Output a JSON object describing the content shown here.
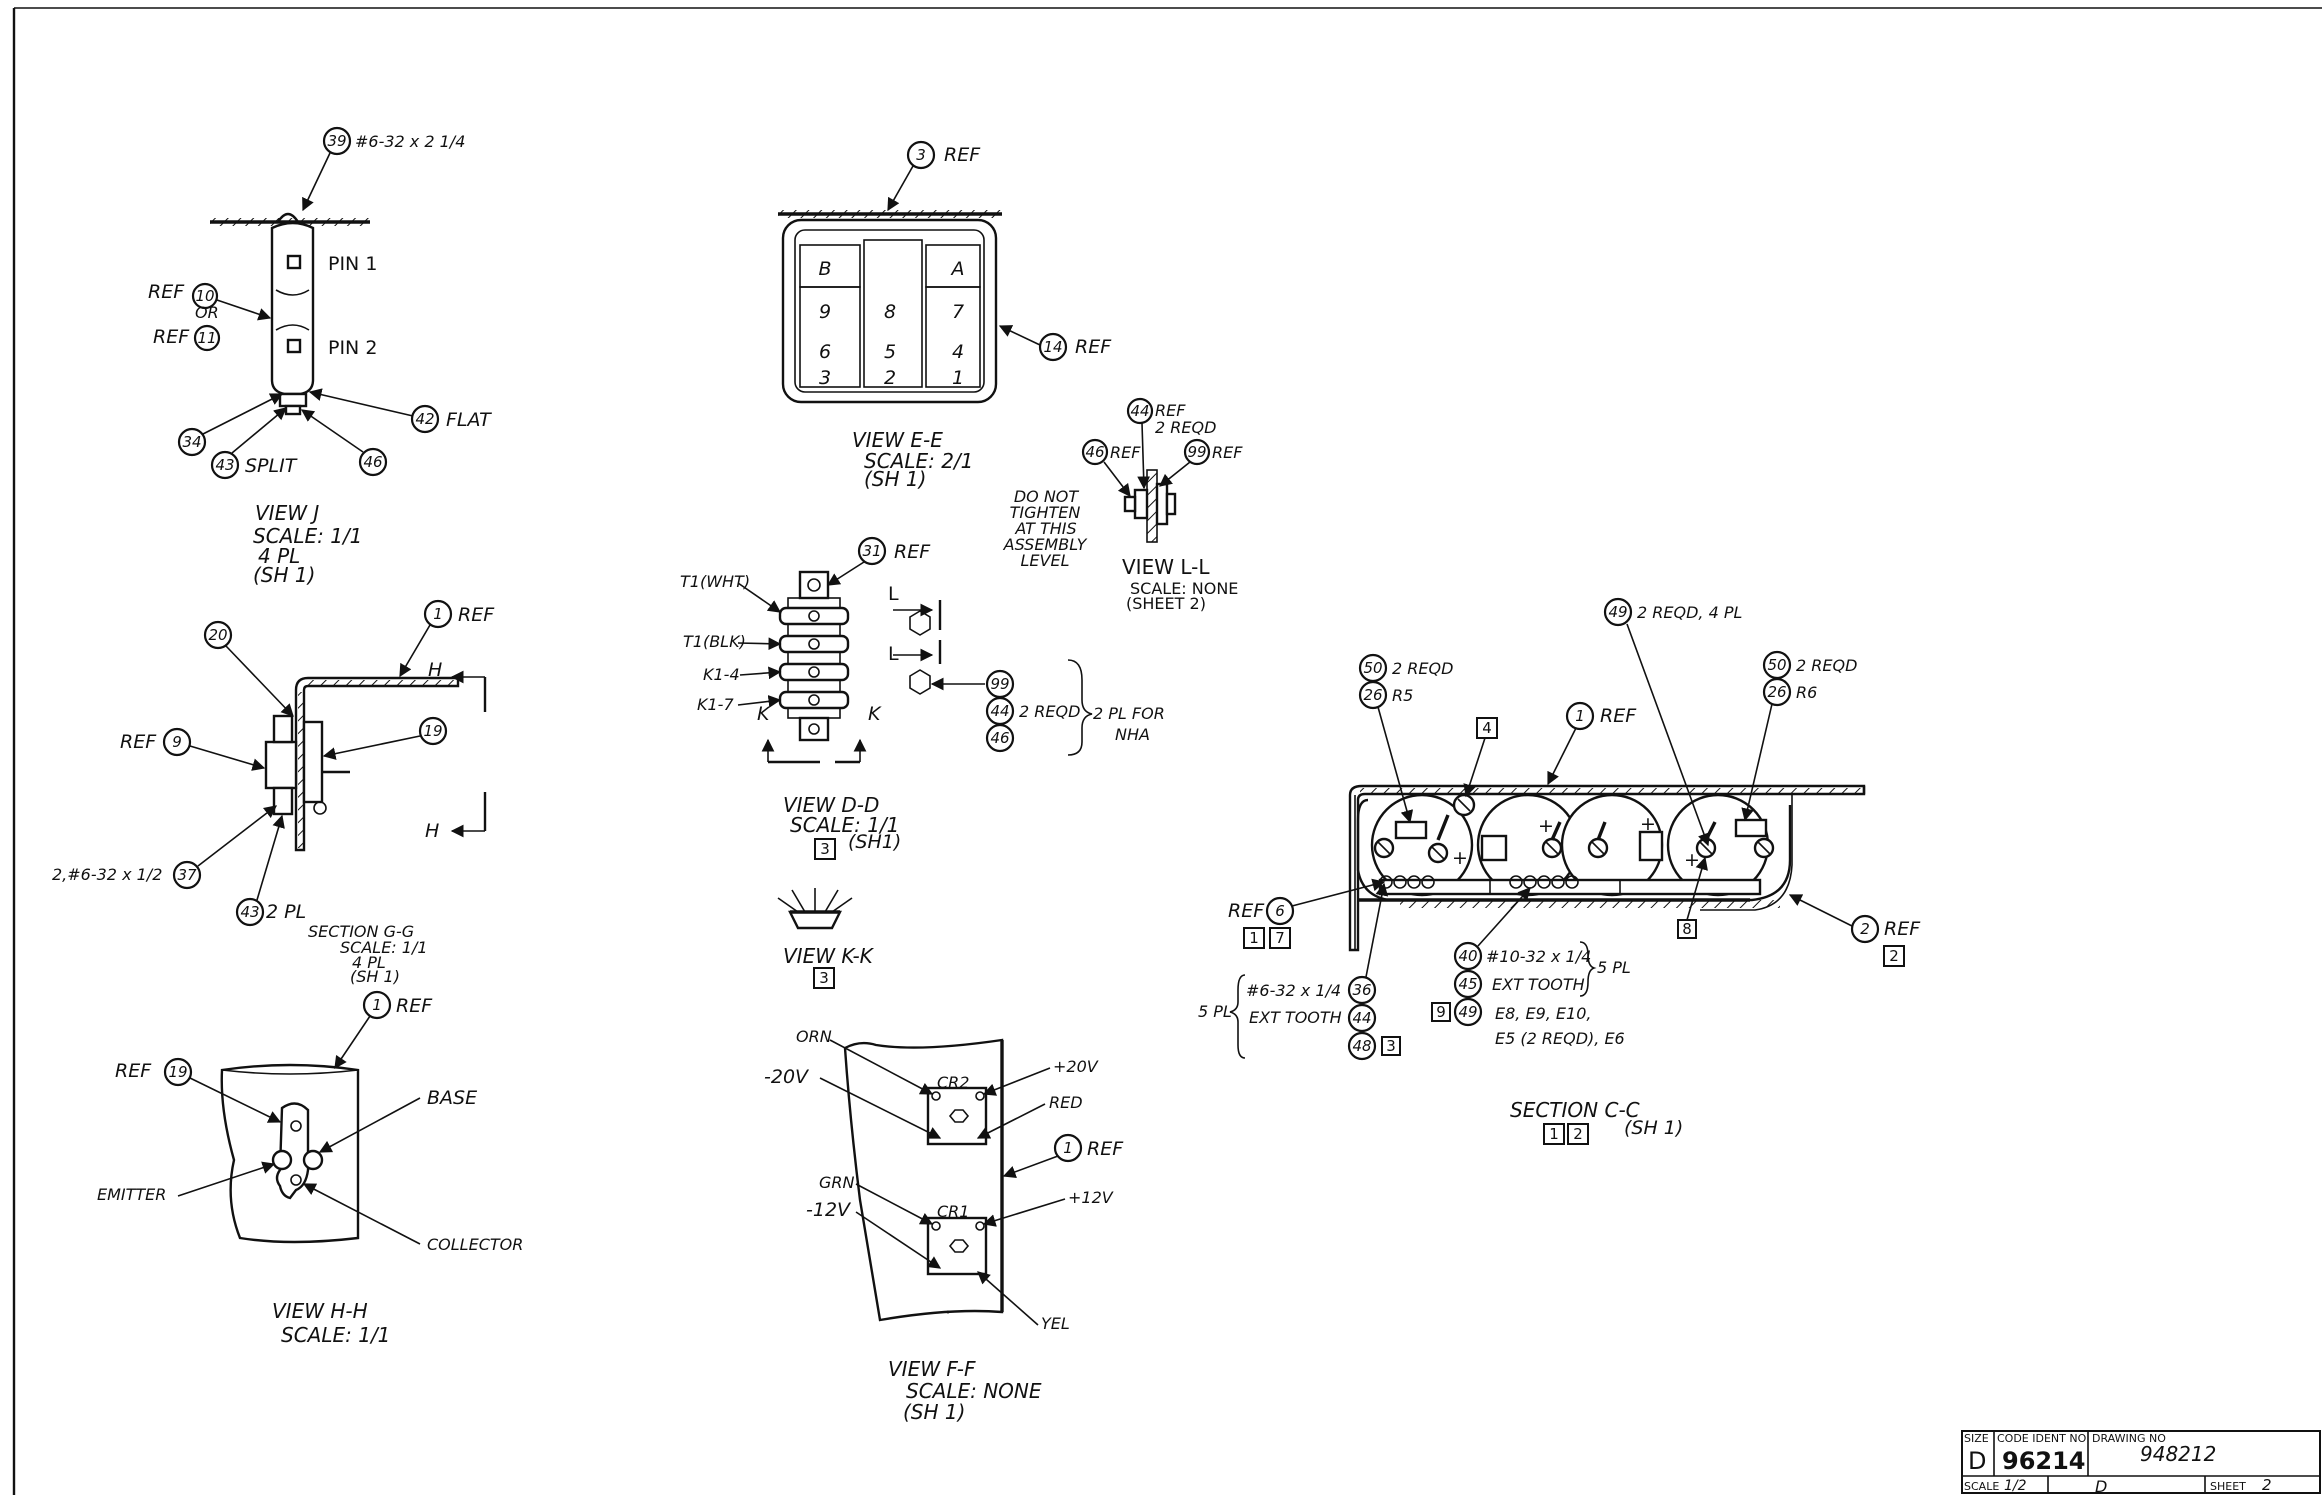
{
  "view_j": {
    "c39": "39",
    "c39_note": "#6-32 x 2 1/4",
    "pin1": "PIN 1",
    "pin2": "PIN 2",
    "ref_a": "REF",
    "c10": "10",
    "or": "OR",
    "ref_b": "REF",
    "c11": "11",
    "c42": "42",
    "flat": "FLAT",
    "c34": "34",
    "c43": "43",
    "split": "SPLIT",
    "c46": "46",
    "cap": [
      "VIEW J",
      "SCALE: 1/1",
      "4 PL",
      "(SH 1)"
    ]
  },
  "view_ee": {
    "c3": "3",
    "ref3": "REF",
    "c14": "14",
    "ref14": "REF",
    "cells": [
      "B",
      "A",
      "9",
      "8",
      "7",
      "6",
      "5",
      "4",
      "3",
      "2",
      "1"
    ],
    "cap": [
      "VIEW E-E",
      "SCALE: 2/1",
      "(SH 1)"
    ]
  },
  "view_ll": {
    "c44": "44",
    "ref44": "REF",
    "reqd44": "2 REQD",
    "c46": "46",
    "ref46": "REF",
    "c99": "99",
    "ref99": "REF",
    "note": [
      "DO NOT",
      "TIGHTEN",
      "AT THIS",
      "ASSEMBLY",
      "LEVEL"
    ],
    "cap": [
      "VIEW L-L",
      "SCALE: NONE",
      "(SHEET 2)"
    ]
  },
  "view_dd": {
    "c31": "31",
    "ref31": "REF",
    "t1wht": "T1(WHT)",
    "t1blk": "T1(BLK)",
    "k14": "K1-4",
    "k17": "K1-7",
    "L": "L",
    "K": "K",
    "c99": "99",
    "c44": "44",
    "c46": "46",
    "reqd": "2 REQD",
    "pl": "2 PL FOR",
    "nha": "NHA",
    "cap": [
      "VIEW D-D",
      "SCALE: 1/1",
      "3",
      "(SH1)"
    ]
  },
  "view_kk": {
    "cap": "VIEW K-K",
    "box": "3"
  },
  "section_gg": {
    "c1": "1",
    "ref1": "REF",
    "c20": "20",
    "H": "H",
    "ref9": "REF",
    "c9": "9",
    "c19": "19",
    "c37_note": "2,#6-32 x 1/2",
    "c37": "37",
    "c43": "43",
    "pl43": "2 PL",
    "cap": [
      "SECTION G-G",
      "SCALE: 1/1",
      "4 PL",
      "(SH 1)"
    ]
  },
  "view_hh": {
    "c1": "1",
    "ref1": "REF",
    "ref19": "REF",
    "c19": "19",
    "base": "BASE",
    "emitter": "EMITTER",
    "collector": "COLLECTOR",
    "cap": [
      "VIEW H-H",
      "SCALE: 1/1"
    ]
  },
  "view_ff": {
    "orn": "ORN",
    "m20": "-20V",
    "p20": "+20V",
    "red": "RED",
    "cr2": "CR2",
    "c1": "1",
    "ref1": "REF",
    "grn": "GRN",
    "m12": "-12V",
    "p12": "+12V",
    "cr1": "CR1",
    "yel": "YEL",
    "cap": [
      "VIEW F-F",
      "SCALE: NONE",
      "(SH 1)"
    ]
  },
  "section_cc": {
    "c49": "49",
    "reqd49": "2 REQD, 4 PL",
    "c50a": "50",
    "reqd50a": "2 REQD",
    "c26a": "26",
    "r5": "R5",
    "c50b": "50",
    "reqd50b": "2 REQD",
    "c26b": "26",
    "r6": "R6",
    "box4": "4",
    "c1": "1",
    "ref1": "REF",
    "plus": "+",
    "ref6": "REF",
    "c6": "6",
    "box1": "1",
    "box7": "7",
    "box8": "8",
    "c2": "2",
    "ref2": "REF",
    "box2": "2",
    "c40": "40",
    "c40_note": "#10-32 x 1/4",
    "c45": "45",
    "ext45": "EXT TOOTH",
    "pl5b": "5 PL",
    "box9": "9",
    "c49b": "49",
    "e_a": "E8, E9, E10,",
    "e_b": "E5 (2 REQD), E6",
    "pl5a": "5 PL",
    "c36_note": "#6-32 x 1/4",
    "ext36": "EXT TOOTH",
    "c36": "36",
    "c44": "44",
    "c48": "48",
    "box3": "3",
    "cap": [
      "SECTION C-C",
      "(SH 1)"
    ],
    "capbox1": "1",
    "capbox2": "2"
  },
  "title_block": {
    "size_h": "SIZE",
    "size": "D",
    "code_h": "CODE IDENT NO",
    "code": "96214",
    "dwg_h": "DRAWING NO",
    "dwg": "948212",
    "scale_h": "SCALE",
    "scale": "1/2",
    "rev": "D",
    "sheet_h": "SHEET",
    "sheet": "2"
  }
}
